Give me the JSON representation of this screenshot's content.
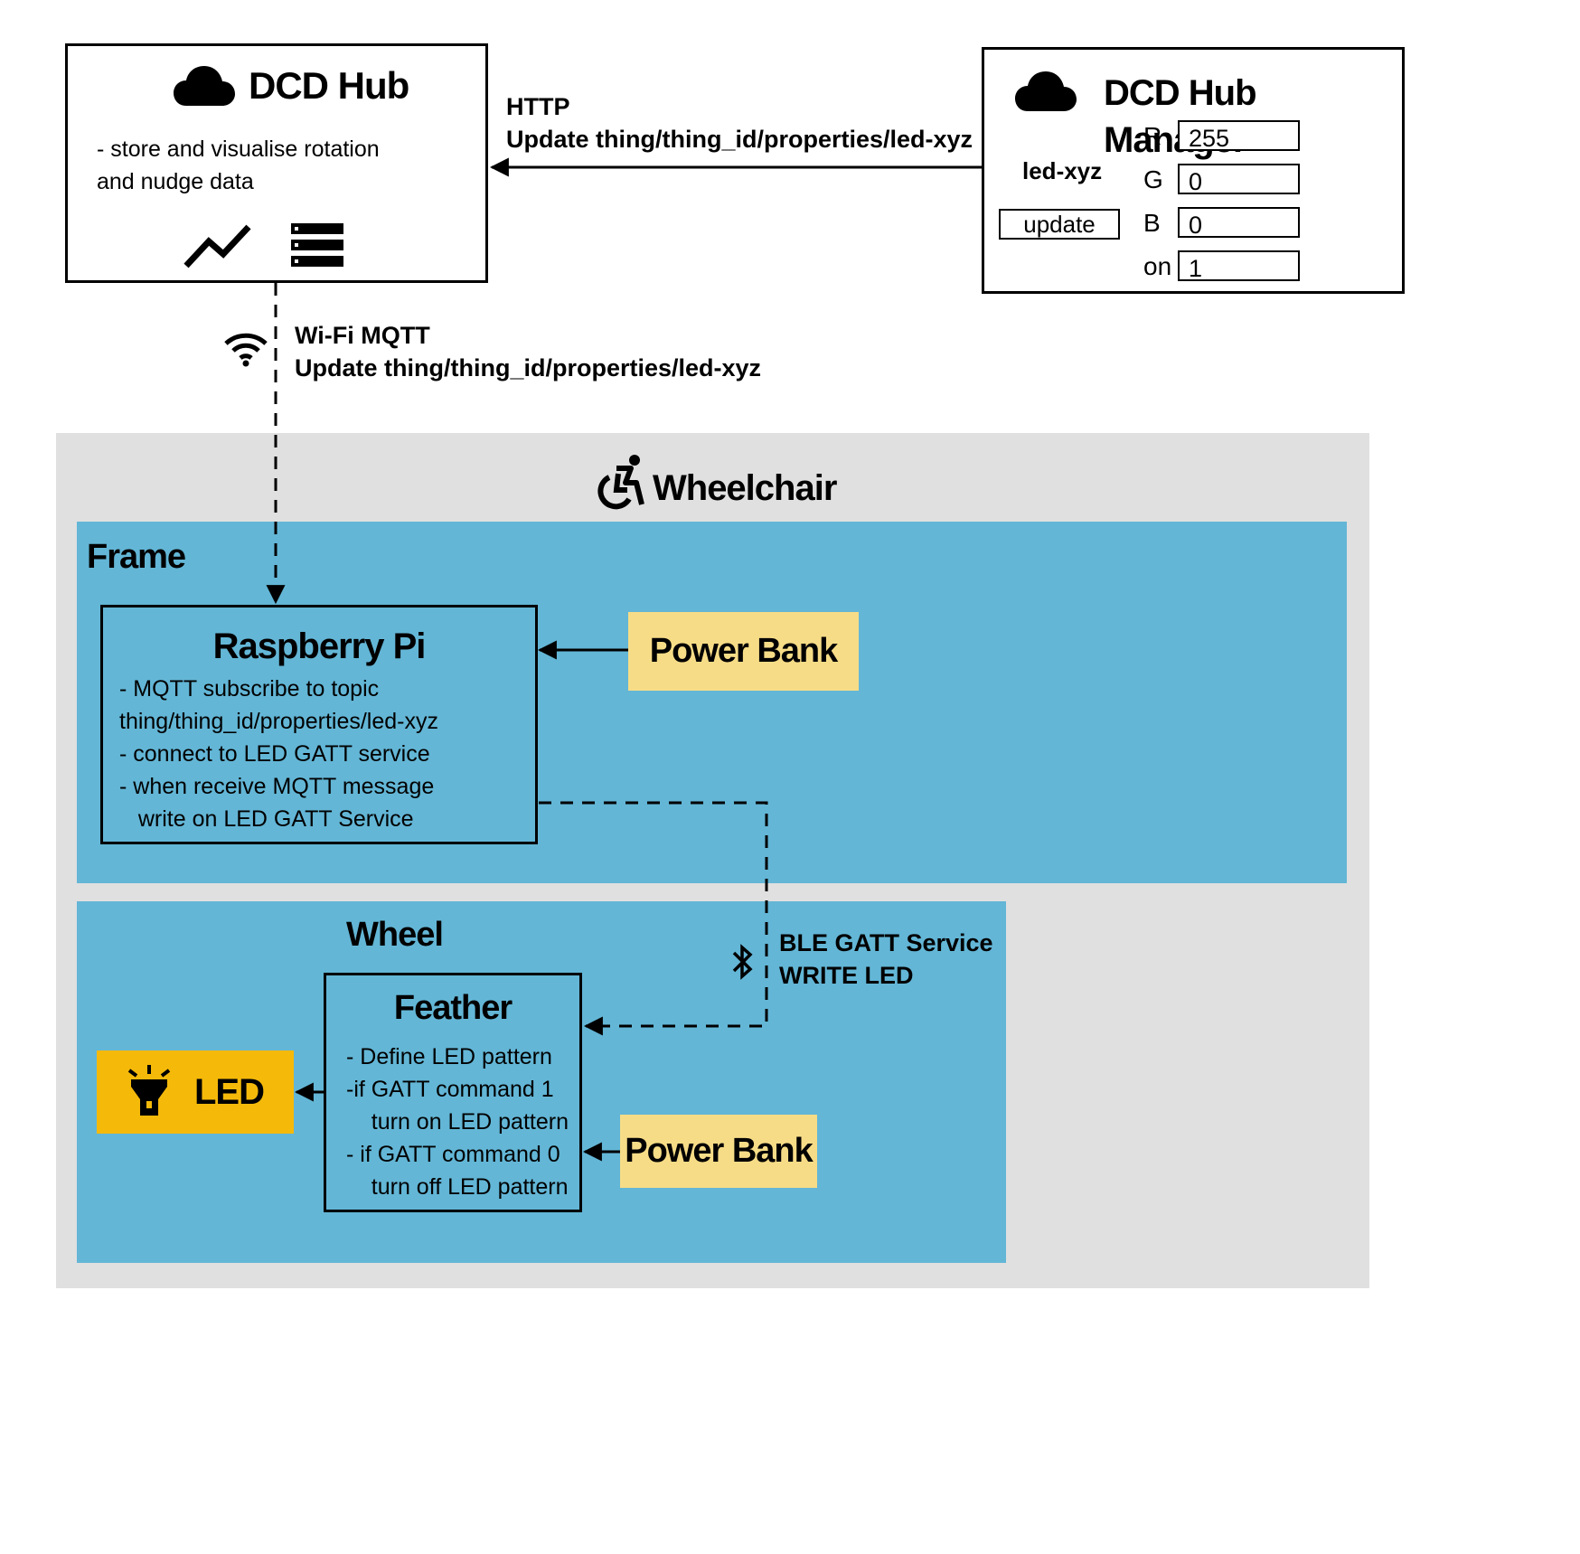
{
  "dcd_hub": {
    "title": "DCD Hub",
    "desc_line1": "- store and visualise rotation",
    "desc_line2": "and nudge data",
    "cloud_icon": "cloud-icon",
    "chart_icon": "line-chart-icon",
    "storage_icon": "server-icon"
  },
  "hub_manager": {
    "title": "DCD Hub Manager",
    "property": "led-xyz",
    "update_button": "update",
    "fields": [
      {
        "label": "R",
        "value": "255"
      },
      {
        "label": "G",
        "value": "0"
      },
      {
        "label": "B",
        "value": "0"
      },
      {
        "label": "on",
        "value": "1"
      }
    ]
  },
  "http_link": {
    "line1": "HTTP",
    "line2": "Update thing/thing_id/properties/led-xyz"
  },
  "mqtt_link": {
    "line1": "Wi-Fi MQTT",
    "line2": "Update thing/thing_id/properties/led-xyz",
    "icon": "wifi-icon"
  },
  "wheelchair": {
    "title": "Wheelchair",
    "icon": "wheelchair-icon"
  },
  "frame": {
    "title": "Frame",
    "raspberry": {
      "title": "Raspberry Pi",
      "lines": [
        "- MQTT subscribe to topic",
        "thing/thing_id/properties/led-xyz",
        "- connect to LED GATT service",
        "- when receive MQTT message",
        "   write on LED GATT Service"
      ]
    },
    "power_bank": "Power Bank"
  },
  "ble_link": {
    "line1": "BLE GATT Service",
    "line2": "WRITE LED",
    "icon": "bluetooth-icon"
  },
  "wheel": {
    "title": "Wheel",
    "feather": {
      "title": "Feather",
      "lines": [
        "- Define LED pattern",
        "-if GATT command 1",
        "    turn on LED pattern",
        "- if GATT command 0",
        "    turn off LED pattern"
      ]
    },
    "led": "LED",
    "led_icon": "flashlight-icon",
    "power_bank": "Power Bank"
  },
  "colors": {
    "outer_panel": "#e0e0e0",
    "blue_panel": "#63b6d6",
    "power_bank": "#f7dc87",
    "led": "#f5b90a"
  }
}
